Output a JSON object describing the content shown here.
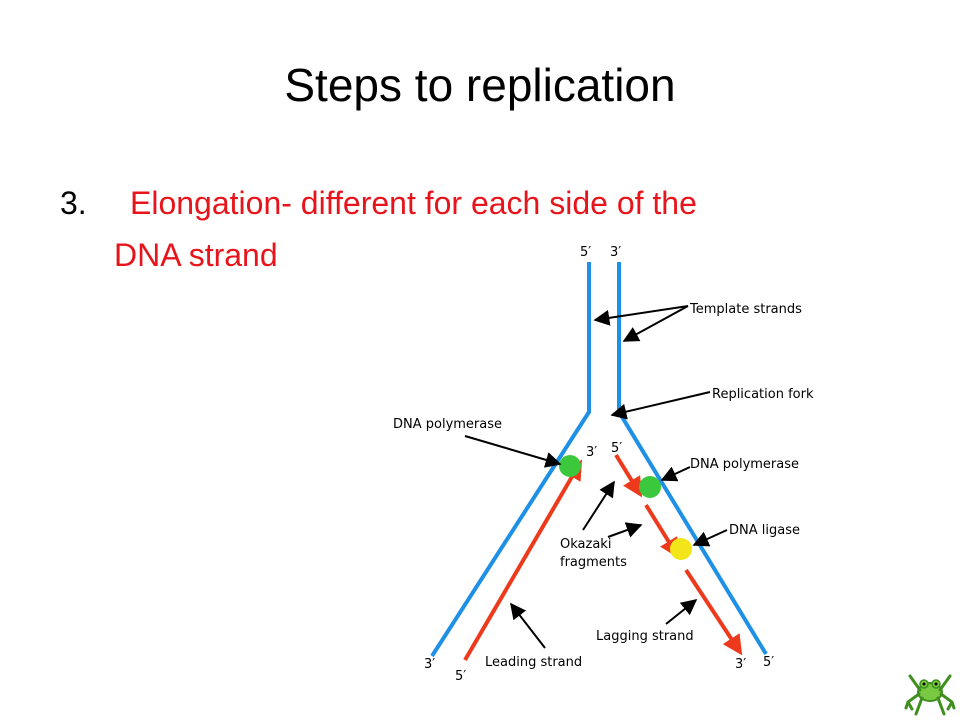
{
  "slide": {
    "title": "Steps to replication",
    "bullet_number": "3.",
    "bullet_text_line1": "Elongation- different for each side of the",
    "bullet_text_line2": "DNA strand"
  },
  "diagram": {
    "labels": {
      "top_left_end": "5′",
      "top_right_end": "3′",
      "template_strands": "Template strands",
      "replication_fork": "Replication fork",
      "dna_polymerase_left": "DNA polymerase",
      "dna_polymerase_right": "DNA polymerase",
      "dna_ligase": "DNA ligase",
      "okazaki_line1": "Okazaki",
      "okazaki_line2": "fragments",
      "lagging_strand": "Lagging strand",
      "leading_strand": "Leading strand",
      "inner_left_3": "3′",
      "inner_right_5": "5′",
      "bottom_left_outer": "3′",
      "bottom_left_inner": "5′",
      "bottom_right_inner": "3′",
      "bottom_right_outer": "5′"
    },
    "colors": {
      "template": "#1e90e6",
      "new_strand": "#ee3a1c",
      "polymerase": "#3cc83c",
      "ligase": "#f2e61a",
      "title_text": "#000000",
      "bullet_text": "#e8141b"
    }
  },
  "logo": {
    "icon": "frog-logo-icon"
  }
}
